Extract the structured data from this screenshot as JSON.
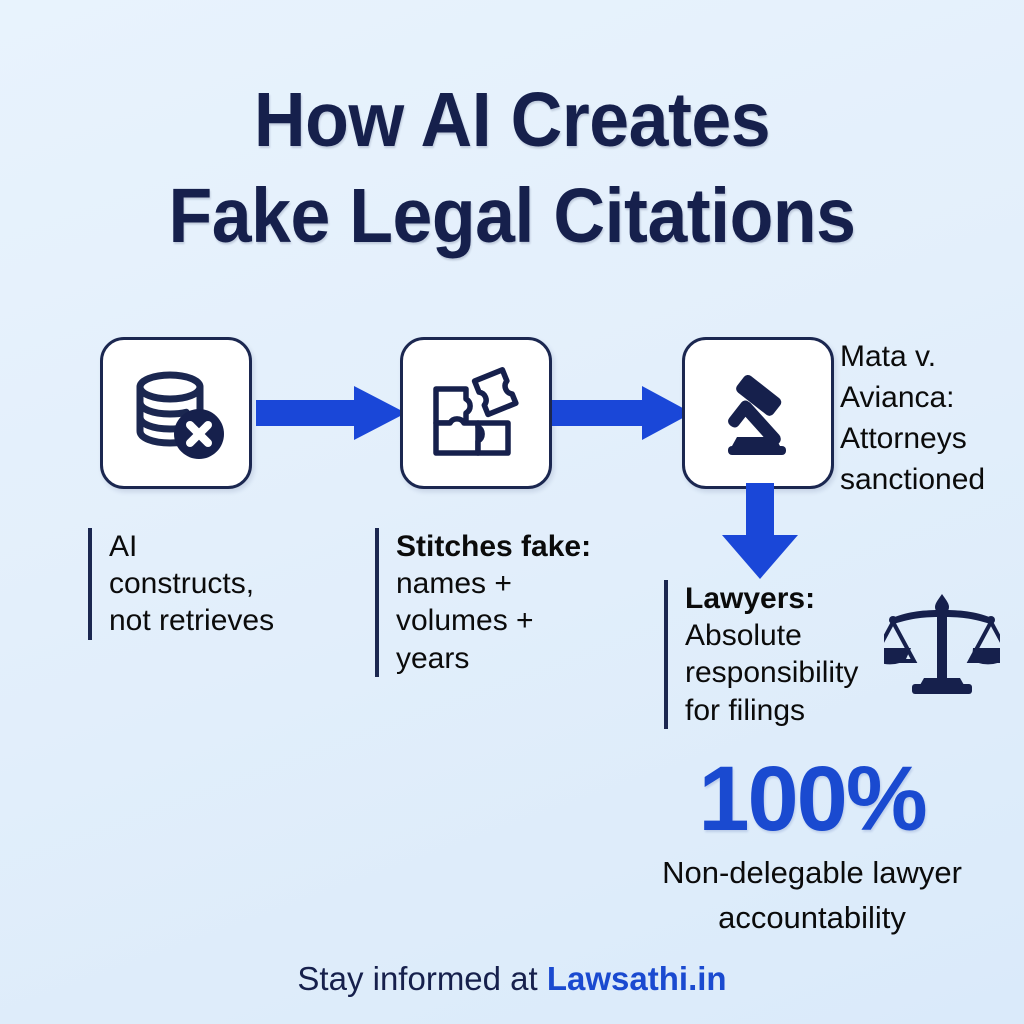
{
  "title": {
    "line1": "How AI Creates",
    "line2": "Fake Legal Citations"
  },
  "colors": {
    "background_top": "#e8f3fd",
    "background_bottom": "#daeafa",
    "navy": "#16204c",
    "icon_navy": "#1b2750",
    "arrow_blue": "#1a47d8",
    "accent_blue": "#1a4ad0",
    "card_fill": "#ffffff",
    "text_black": "#0b0b0b"
  },
  "flow": {
    "steps": [
      {
        "icon": "database-error-icon",
        "alt": "database with x mark"
      },
      {
        "icon": "puzzle-pieces-icon",
        "alt": "puzzle pieces with detached piece"
      },
      {
        "icon": "gavel-icon",
        "alt": "judge gavel on block"
      }
    ],
    "arrows": [
      {
        "icon": "arrow-right-icon"
      },
      {
        "icon": "arrow-right-icon"
      },
      {
        "icon": "arrow-down-icon"
      }
    ]
  },
  "captions": [
    {
      "name": "ai-constructs",
      "lines": [
        {
          "text": "AI",
          "bold": false
        },
        {
          "text": "constructs,",
          "bold": false
        },
        {
          "text": "not retrieves",
          "bold": false
        }
      ]
    },
    {
      "name": "stitches-fake",
      "lines": [
        {
          "text": "Stitches fake:",
          "bold": true
        },
        {
          "text": "names +",
          "bold": false
        },
        {
          "text": "volumes +",
          "bold": false
        },
        {
          "text": "years",
          "bold": false
        }
      ]
    },
    {
      "name": "lawyers-responsibility",
      "lines": [
        {
          "text": "Lawyers:",
          "bold": true
        },
        {
          "text": "Absolute",
          "bold": false
        },
        {
          "text": "responsibility",
          "bold": false
        },
        {
          "text": "for filings",
          "bold": false
        }
      ]
    }
  ],
  "caption_1": {
    "line1": "AI",
    "line2": "constructs,",
    "line3": "not retrieves"
  },
  "caption_2": {
    "line1": "Stitches fake:",
    "line2": "names +",
    "line3": "volumes +",
    "line4": "years"
  },
  "caption_3": {
    "line1": "Lawyers:",
    "line2": "Absolute",
    "line3": "responsibility",
    "line4": "for filings"
  },
  "side_note": {
    "name": "mata-v-avianca-note",
    "line1": "Mata v.",
    "line2": "Avianca:",
    "line3": "Attorneys",
    "line4": "sanctioned"
  },
  "scales_icon": "scales-of-justice-icon",
  "stat": {
    "value": "100%",
    "label_line1": "Non-delegable lawyer",
    "label_line2": "accountability"
  },
  "footer": {
    "prefix": "Stay informed at ",
    "brand": "Lawsathi.in"
  }
}
